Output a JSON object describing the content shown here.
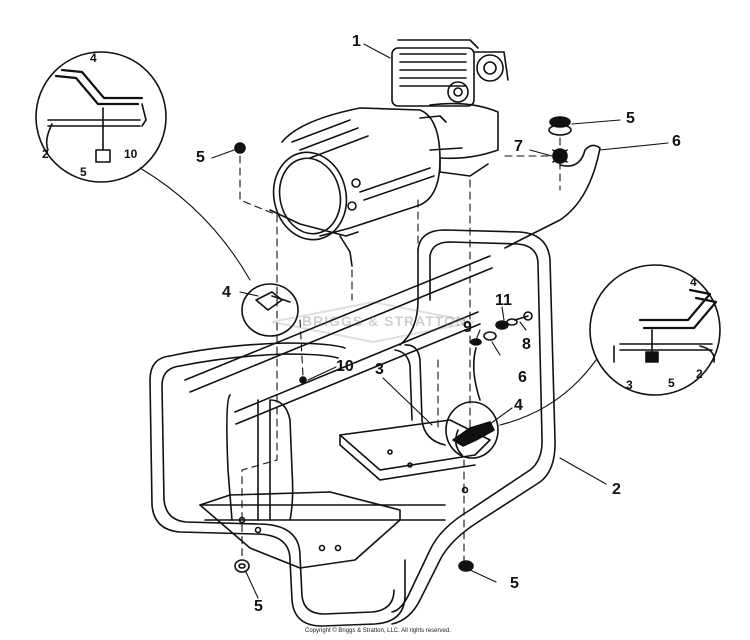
{
  "diagram": {
    "callouts": {
      "c1": "1",
      "c5_top_right": "5",
      "c6_top_right": "6",
      "c7": "7",
      "c5_left": "5",
      "c4_inset_left": "4",
      "c2_inset_left": "2",
      "c10_inset_left": "10",
      "c5_inset_left": "5",
      "c4_frame": "4",
      "c10_frame": "10",
      "c11": "11",
      "c9": "9",
      "c8": "8",
      "c6_mid": "6",
      "c3_frame": "3",
      "c4_bracket": "4",
      "c2_frame": "2",
      "c4_inset_right": "4",
      "c3_inset_right": "3",
      "c5_inset_right": "5",
      "c2_inset_right": "2",
      "c5_bottom_right": "5",
      "c5_bottom_left": "5"
    },
    "watermark": "BRIGGS & STRATTON",
    "copyright": "Copyright © Briggs & Stratton, LLC. All rights reserved.",
    "colors": {
      "ink": "#111111",
      "paper": "#ffffff"
    }
  }
}
